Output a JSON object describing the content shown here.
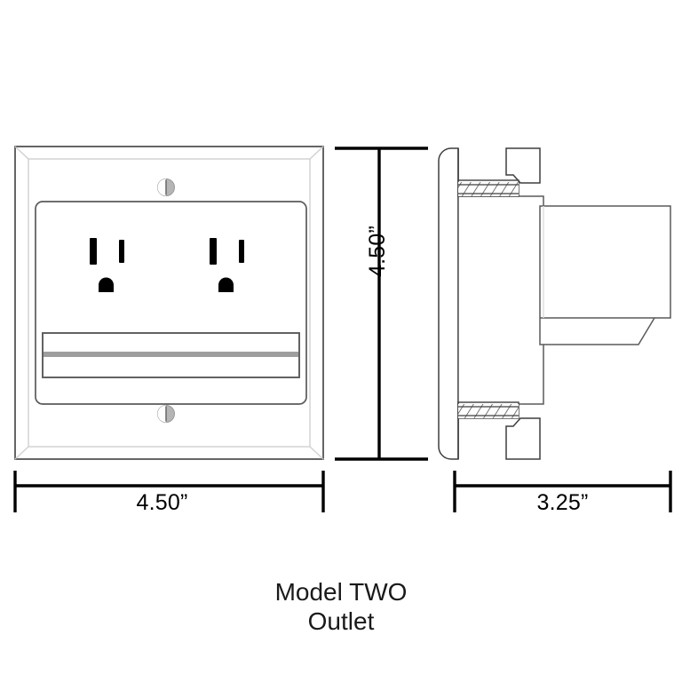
{
  "drawing": {
    "title_line_1": "Model TWO",
    "title_line_2": "Outlet",
    "line_color": "#000000",
    "outline_color": "#4a4a4a",
    "bevel_color": "#c8c8c8",
    "screw_color": "#9e9e9e",
    "band_color": "#9e9e9e",
    "background": "#ffffff"
  },
  "dimensions": {
    "width_label": "4.50”",
    "height_label": "4.50”",
    "depth_label": "3.25”",
    "width_value": 4.5,
    "height_value": 4.5,
    "depth_value": 3.25,
    "units": "inches"
  },
  "front_view": {
    "name": "front-elevation",
    "faceplate": {
      "label": "faceplate"
    },
    "inner_panel": {
      "label": "recessed-panel"
    },
    "screws": [
      {
        "position": "top"
      },
      {
        "position": "bottom"
      }
    ],
    "receptacles": [
      {
        "position": "left",
        "type": "NEMA 5-15R"
      },
      {
        "position": "right",
        "type": "NEMA 5-15R"
      }
    ],
    "cable_band": {
      "label": "cable-pass-through"
    }
  },
  "side_view": {
    "name": "side-section",
    "features": [
      {
        "label": "faceplate-edge"
      },
      {
        "label": "mounting-screw-top"
      },
      {
        "label": "mounting-screw-bottom"
      },
      {
        "label": "device-body"
      },
      {
        "label": "back-box"
      }
    ]
  }
}
